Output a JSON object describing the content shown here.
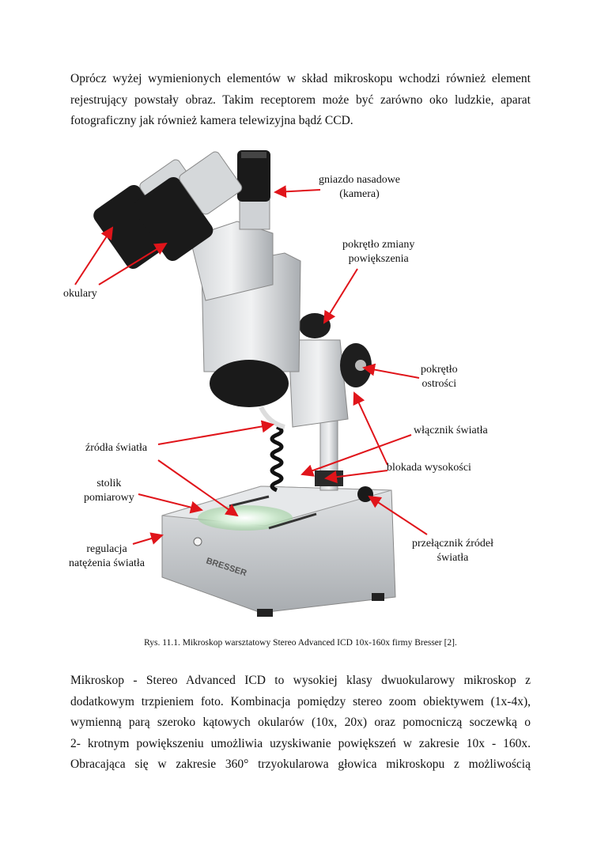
{
  "paragraph1": [
    "Oprócz wyżej wymienionych elementów w skład mikroskopu wchodzi również element",
    "rejestrujący powstały obraz. Takim receptorem może być zarówno oko ludzkie, aparat",
    "fotograficzny jak również kamera telewizyjna bądź CCD."
  ],
  "figure": {
    "labels": {
      "camera_socket": [
        "gniazdo nasadowe",
        "(kamera)"
      ],
      "zoom_knob": [
        "pokrętło zmiany",
        "powiększenia"
      ],
      "eyepieces": "okulary",
      "focus_knob": [
        "pokrętło",
        "ostrości"
      ],
      "light_switch": "włącznik światła",
      "light_sources": "źródła światła",
      "height_lock": "blokada wysokości",
      "stage": [
        "stolik",
        "pomiarowy"
      ],
      "intensity": [
        "regulacja",
        "natężenia światła"
      ],
      "source_switch": [
        "przełącznik źródeł",
        "światła"
      ]
    },
    "brand": "BRESSER",
    "arrow_color": "#e0141a"
  },
  "caption": "Rys. 11.1. Mikroskop warsztatowy Stereo Advanced ICD 10x-160x firmy Bresser [2].",
  "paragraph2": [
    "Mikroskop - Stereo Advanced ICD to wysokiej klasy dwuokularowy mikroskop z",
    "dodatkowym trzpieniem foto. Kombinacja pomiędzy stereo zoom obiektywem (1x-4x),",
    "wymienną parą szeroko kątowych okularów (10x, 20x) oraz pomocniczą soczewką o",
    "2- krotnym powiększeniu umożliwia uzyskiwanie powiększeń w zakresie 10x - 160x.",
    "Obracająca się w zakresie 360° trzyokularowa głowica mikroskopu z możliwością"
  ]
}
